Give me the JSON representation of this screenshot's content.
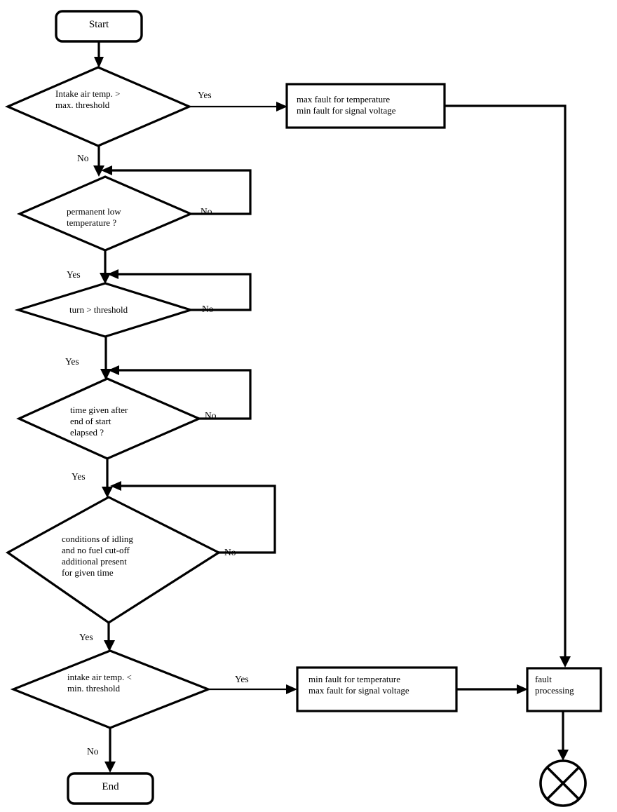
{
  "diagram": {
    "title": "Intake air temperature sensor fault diagnosis flowchart",
    "type": "flowchart",
    "background_color": "#ffffff",
    "line_color": "#000000",
    "text_color": "#000000"
  },
  "nodes": {
    "start": {
      "shape": "rounded-rectangle",
      "label": "Start"
    },
    "decision_max_threshold": {
      "shape": "diamond",
      "label": "Intake air temp. >\nmax. threshold"
    },
    "process_max_fault": {
      "shape": "rectangle",
      "label": "max fault for temperature\nmin fault for signal voltage"
    },
    "decision_permanent_low": {
      "shape": "diamond",
      "label": "permanent low\ntemperature ?"
    },
    "decision_turn_threshold": {
      "shape": "diamond",
      "label": "turn > threshold"
    },
    "decision_time_elapsed": {
      "shape": "diamond",
      "label": "time given after\nend of start\nelapsed ?"
    },
    "decision_idling_conditions": {
      "shape": "diamond",
      "label": "conditions of idling\nand no fuel cut-off\nadditional present\nfor given time"
    },
    "decision_min_threshold": {
      "shape": "diamond",
      "label": "intake air temp. <\nmin. threshold"
    },
    "process_min_fault": {
      "shape": "rectangle",
      "label": "min fault for temperature\nmax fault for signal voltage"
    },
    "process_fault_processing": {
      "shape": "rectangle",
      "label": "fault\nprocessing"
    },
    "end": {
      "shape": "rounded-rectangle",
      "label": "End"
    },
    "terminator_circle": {
      "shape": "circle-with-cross",
      "label": ""
    }
  },
  "edge_labels": {
    "max_threshold_yes": "Yes",
    "max_threshold_no": "No",
    "permanent_low_no": "No",
    "permanent_low_yes": "Yes",
    "turn_threshold_no": "No",
    "turn_threshold_yes": "Yes",
    "time_elapsed_no": "No",
    "time_elapsed_yes": "Yes",
    "idling_no": "No",
    "idling_yes": "Yes",
    "min_threshold_yes": "Yes",
    "min_threshold_no": "No"
  }
}
